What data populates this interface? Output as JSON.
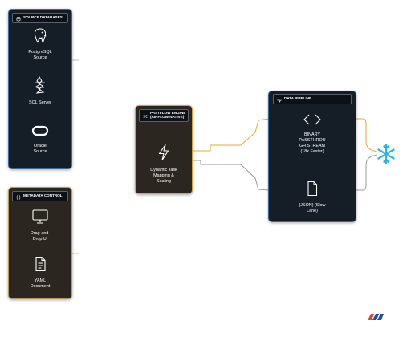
{
  "colors": {
    "source_panel_bg": "#151d27",
    "source_panel_border": "#3b6a9a",
    "metadata_panel_bg": "#2b2620",
    "metadata_panel_border": "#b39a56",
    "engine_panel_bg": "#2b2620",
    "engine_panel_border": "#d7a23c",
    "pipeline_panel_bg": "#151d27",
    "pipeline_panel_border": "#3b6a9a",
    "fast_lane": "#e8a82c",
    "slow_lane": "#9a9a9a",
    "snowflake": "#29b5e8"
  },
  "source_databases": {
    "title": "SOURCE DATABASES",
    "header_icon": "database-icon",
    "items": [
      {
        "icon": "postgresql-elephant-icon",
        "label": "PostgreSQL\nSource"
      },
      {
        "icon": "sql-server-icon",
        "label": "SQL Server"
      },
      {
        "icon": "oracle-ring-icon",
        "label": "Oracle\nSource"
      }
    ]
  },
  "metadata_control": {
    "title": "METADATA CONTROL",
    "header_icon": "braces-icon",
    "items": [
      {
        "icon": "monitor-icon",
        "label": "Drag-and-\nDrop UI"
      },
      {
        "icon": "document-icon",
        "label": "YAML\nDocument"
      }
    ]
  },
  "engine": {
    "title": "PASTFLOW ENGINE\n(AIRFLOW NATIVE)",
    "header_icon": "shuffle-icon",
    "node": {
      "icon": "lightning-bolt-icon",
      "label": "Dynamic Task\nMapping &\nScaling"
    }
  },
  "pipeline": {
    "title": "DATA PIPELINE",
    "header_icon": "activity-icon",
    "fast_node": {
      "icon": "binary-diamond-icon",
      "label": "BINARY\nPASSTHROU\nGH STREAM\n(18x Faster)"
    },
    "slow_node": {
      "icon": "json-document-icon",
      "label": "(JSON) (Slow\nLane)"
    }
  },
  "destination": {
    "icon": "snowflake-icon"
  },
  "brand": {
    "icon": "brand-logo-icon"
  }
}
